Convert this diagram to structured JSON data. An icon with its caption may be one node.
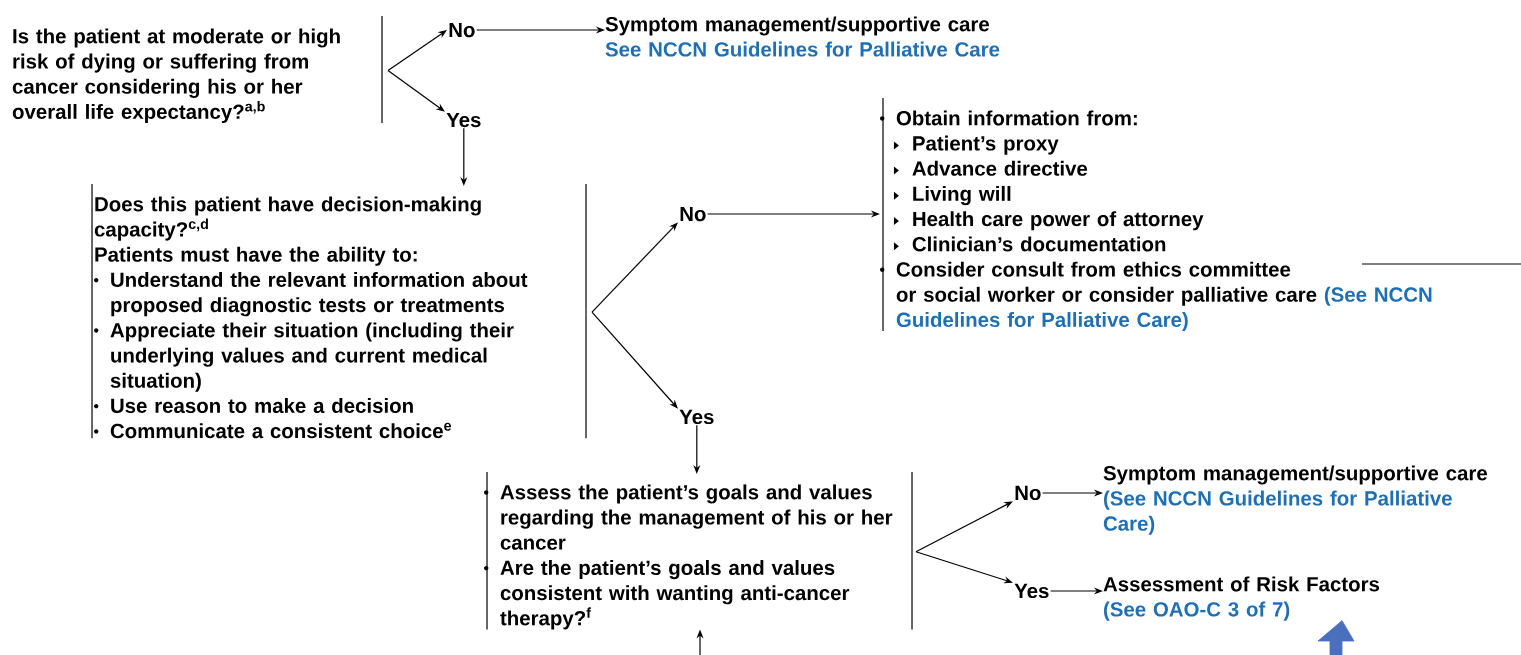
{
  "diagram": {
    "nodes": [
      {
        "text": [
          "Is the patient at moderate or high risk of dying or suffering from cancer considering his or her overall life expectancy?$^{a,b}$"
        ]
      },
      {
        "text": [
          "No"
        ]
      },
      {
        "text": [
          "Yes"
        ]
      },
      {
        "text": [
          "Symptom management/supportive care",
          "See NCCN Guidelines for Palliative Care"
        ]
      },
      {
        "text": [
          "Does this patient have decision-making capacity?$^{c,d}$",
          "Patients must have the ability to:",
          "Understand the relevant information about proposed diagnostic tests or treatments",
          "Appreciate their situation (including their underlying values and current medical situation)",
          "Use reason to make a decision",
          "Communicate a consistent choice$^{e}$"
        ]
      },
      {
        "text": [
          "No"
        ]
      },
      {
        "text": [
          "Obtain information from:",
          "Patient’s proxy",
          "Advance directive",
          "Living will",
          "Health care power of attorney",
          "Clinician’s documentation",
          "Consider consult from ethics committee or social worker or consider palliative care",
          "(See NCCN Guidelines for Palliative Care)"
        ]
      },
      {
        "text": [
          "Yes"
        ]
      },
      {
        "text": [
          "Assess the patient’s goals and values regarding the management of his or her cancer",
          "Are the patient’s goals and values consistent with wanting anti-cancer therapy?$^{f}$"
        ]
      },
      {
        "text": [
          "No"
        ]
      },
      {
        "text": [
          "Yes"
        ]
      },
      {
        "text": [
          "Symptom management/supportive care",
          "(See NCCN Guidelines for Palliative Care)"
        ]
      },
      {
        "text": [
          "Assessment of Risk Factors",
          "(See OAO-C 3 of 7)"
        ]
      }
    ],
    "edges": [
      {
        "from": 0,
        "to": 1,
        "arrow": "to"
      },
      {
        "from": 0,
        "to": 2,
        "arrow": "to"
      },
      {
        "from": 1,
        "to": 3,
        "arrow": "to"
      },
      {
        "from": 2,
        "to": 4,
        "arrow": "to"
      },
      {
        "from": 4,
        "to": 5,
        "arrow": "to"
      },
      {
        "from": 4,
        "to": 7,
        "arrow": "to"
      },
      {
        "from": 5,
        "to": 6,
        "arrow": "to"
      },
      {
        "from": 6,
        "to": null,
        "arrow": "none"
      },
      {
        "from": 7,
        "to": 8,
        "arrow": "to"
      },
      {
        "from": null,
        "to": 8,
        "arrow": "to"
      },
      {
        "from": 8,
        "to": 9,
        "arrow": "to"
      },
      {
        "from": 8,
        "to": 10,
        "arrow": "to"
      },
      {
        "from": 9,
        "to": 11,
        "arrow": "to"
      },
      {
        "from": 10,
        "to": 12,
        "arrow": "to"
      },
      {
        "from": null,
        "to": 12,
        "arrow": "to",
        "style": "thick",
        "color": "#4a6fbd"
      }
    ]
  }
}
